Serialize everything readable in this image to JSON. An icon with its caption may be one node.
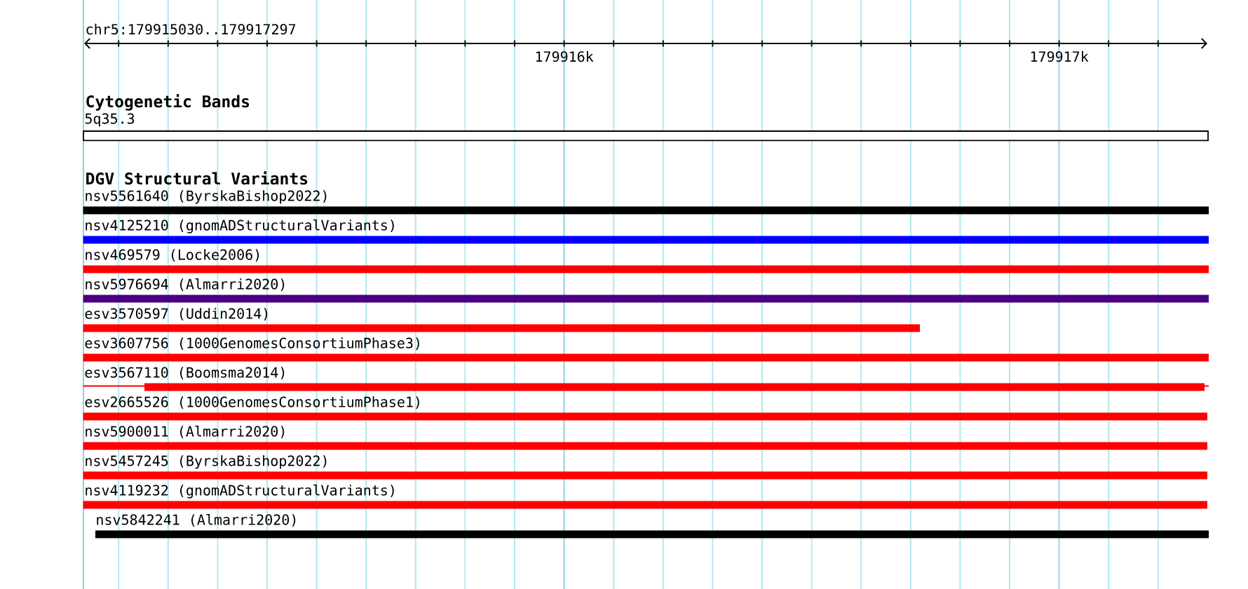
{
  "diagram": {
    "nodes": [
      {
        "text": [
          "5q35.3"
        ]
      },
      {
        "text": [
          "nsv5561640 (ByrskaBishop2022)"
        ]
      },
      {
        "text": [
          "nsv4125210 (gnomADStructuralVariants)"
        ]
      },
      {
        "text": [
          "nsv469579 (Locke2006)"
        ]
      },
      {
        "text": [
          "nsv5976694 (Almarri2020)"
        ]
      },
      {
        "text": [
          "esv3570597 (Uddin2014)"
        ]
      },
      {
        "text": [
          "esv3607756 (1000GenomesConsortiumPhase3)"
        ]
      },
      {
        "text": [
          "esv3567110 (Boomsma2014)"
        ]
      },
      {
        "text": [
          "esv2665526 (1000GenomesConsortiumPhase1)"
        ]
      },
      {
        "text": [
          "nsv5900011 (Almarri2020)"
        ]
      },
      {
        "text": [
          "nsv5457245 (ByrskaBishop2022)"
        ]
      },
      {
        "text": [
          "nsv4119232 (gnomADStructuralVariants)"
        ]
      },
      {
        "text": [
          "nsv5842241 (Almarri2020)"
        ]
      }
    ],
    "labels": [
      "chr5:179915030..179917297",
      "179916k",
      "179917k",
      "Cytogenetic Bands",
      "DGV Structural Variants"
    ]
  }
}
